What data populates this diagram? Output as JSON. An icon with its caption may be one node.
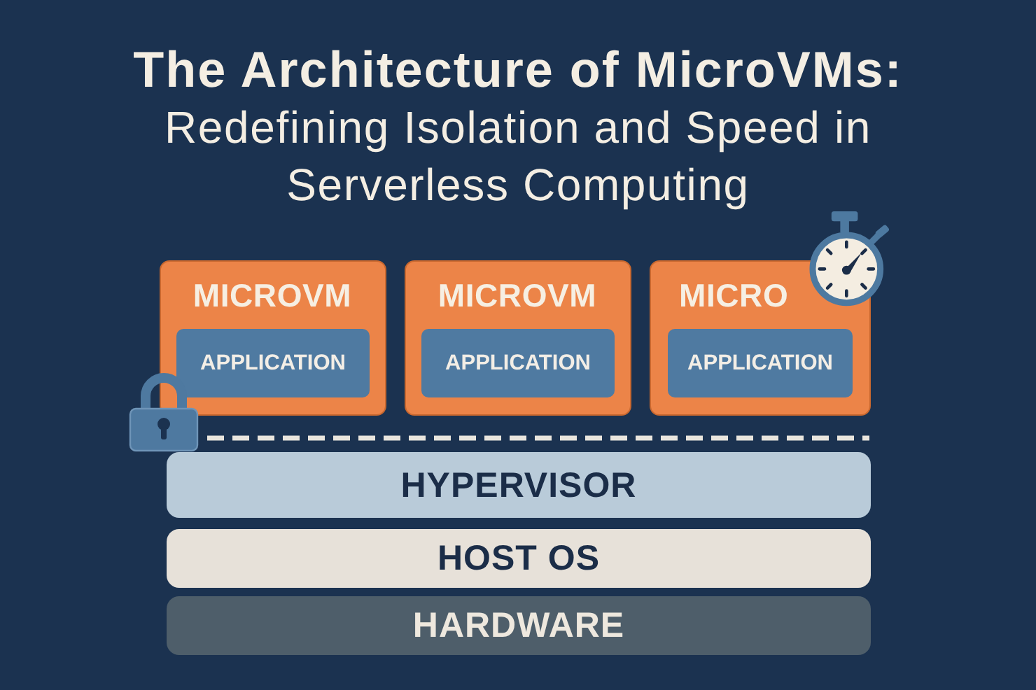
{
  "diagram": {
    "title": "The Architecture of MicroVMs:",
    "nodes": [
      {
        "text": [
          "MICROVM"
        ]
      },
      {
        "text": [
          "APPLICATION"
        ],
        "in": 0
      },
      {
        "text": [
          "MICROVM"
        ]
      },
      {
        "text": [
          "APPLICATION"
        ],
        "in": 2
      },
      {
        "text": [
          "MICRO"
        ]
      },
      {
        "text": [
          "APPLICATION"
        ],
        "in": 4
      },
      {
        "text": [
          "HYPERVISOR"
        ]
      },
      {
        "text": [
          "HOST OS"
        ]
      },
      {
        "text": [
          "HARDWARE"
        ]
      }
    ],
    "labels": [
      "Redefining Isolation and Speed in Serverless Computing"
    ]
  }
}
